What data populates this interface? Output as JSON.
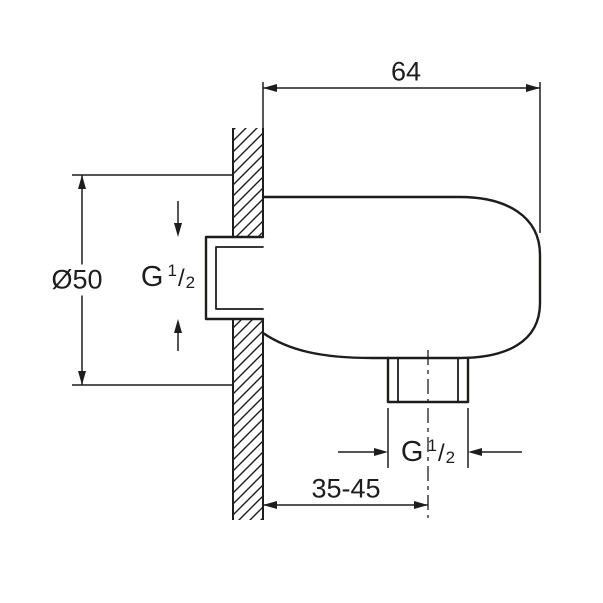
{
  "colors": {
    "line": "#1d1d1b",
    "background": "#ffffff"
  },
  "drawing": {
    "dim_width": {
      "value": "64"
    },
    "dim_diameter": {
      "value": "Ø50"
    },
    "dim_depth_range": {
      "value": "35-45"
    },
    "thread_inlet": {
      "symbol": "G",
      "numerator": "1",
      "slash": "/",
      "denominator": "2"
    },
    "thread_outlet": {
      "symbol": "G",
      "numerator": "1",
      "slash": "/",
      "denominator": "2"
    }
  }
}
